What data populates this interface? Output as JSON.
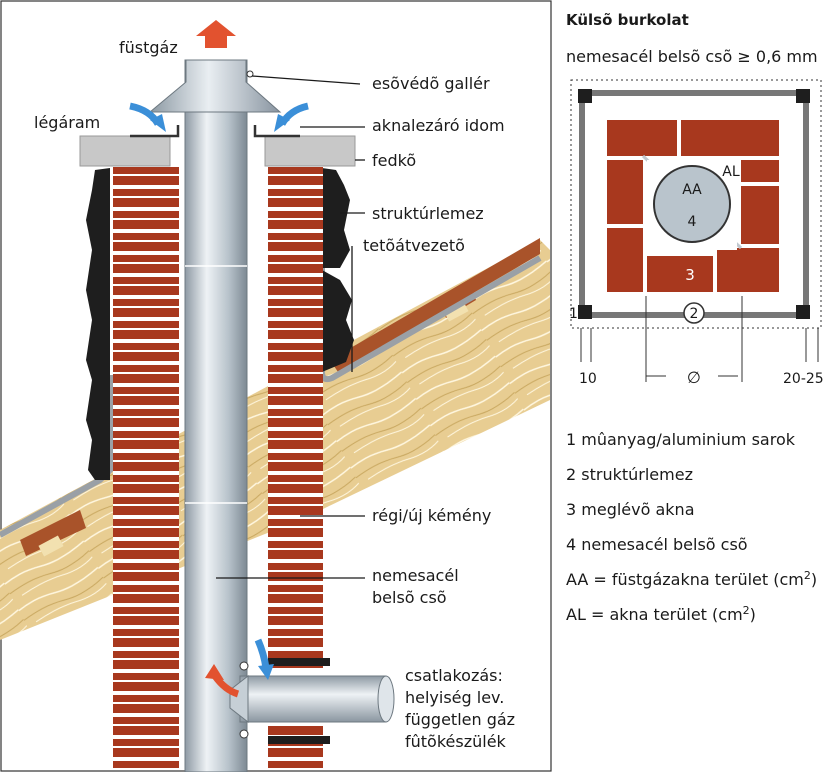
{
  "labels": {
    "fustgaz": "füstgáz",
    "legaram": "légáram",
    "esovedo_gallér": "esõvédõ gallér",
    "aknalezaro_idom": "aknalezáró idom",
    "fedko": "fedkõ",
    "strukturlemez": "struktúrlemez",
    "tetoatvezeto": "tetõátvezetõ",
    "regi_uj_kemeny": "régi/új kémény",
    "nemesacel_line1": "nemesacél",
    "nemesacel_line2": "belsõ csõ",
    "csatlakozas_1": "csatlakozás:",
    "csatlakozas_2": "helyiség lev.",
    "csatlakozas_3": "független gáz",
    "csatlakozas_4": "fûtõkészülék"
  },
  "section": {
    "title": "Külsõ burkolat",
    "subtitle": "nemesacél belsõ csõ ≥ 0,6 mm",
    "aa_label": "AA",
    "aa_number": "4",
    "al_label": "AL",
    "brick_number": "3",
    "circle_number": "2",
    "side_number": "1",
    "dim_left": "10",
    "dim_right": "20-25",
    "dim_diameter": "∅"
  },
  "legend": [
    {
      "num": "1",
      "text": "mûanyag/aluminium sarok"
    },
    {
      "num": "2",
      "text": "struktúrlemez"
    },
    {
      "num": "3",
      "text": "meglévõ akna"
    },
    {
      "num": "4",
      "text": "nemesacél belsõ csõ"
    },
    {
      "num": "AA",
      "text": "= füstgázakna terület (cm",
      "sup": "2",
      "tail": ")"
    },
    {
      "num": "AL",
      "text": "= akna terület (cm",
      "sup": "2",
      "tail": ")"
    }
  ],
  "colors": {
    "brick": "#a8381e",
    "mortar": "#ffffff",
    "steel": "#b9c4cc",
    "roof": "#e6c98c",
    "roof_tile": "#a9532a",
    "cap": "#c8c8c8",
    "arrow_red": "#e2522f",
    "arrow_blue": "#3b8fd8",
    "plate": "#1e1e1e"
  }
}
